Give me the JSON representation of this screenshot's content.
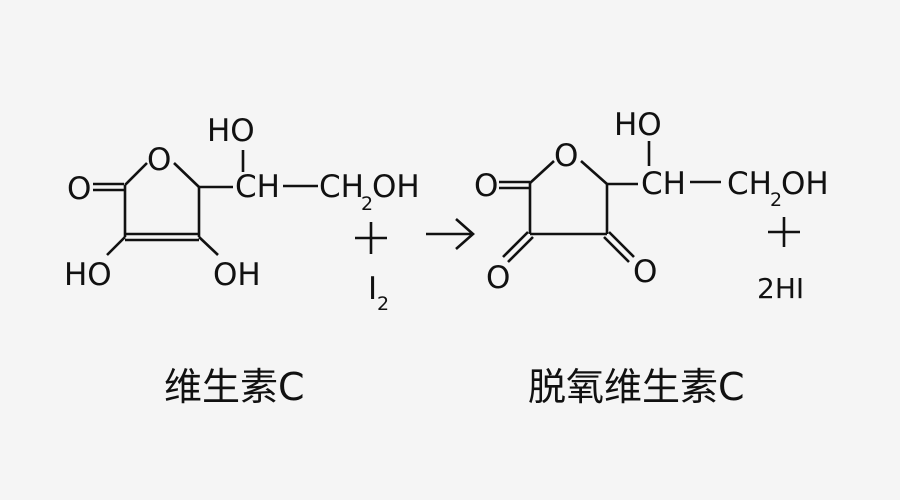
{
  "reaction": {
    "arrow": "→",
    "reactant": {
      "name": "维生素C",
      "atoms": {
        "ring_O": "O",
        "carbonyl_O": "O",
        "OH_left": "HO",
        "OH_right": "OH",
        "side_HO": "HO",
        "side_CH": "CH",
        "side_CH2OH_C": "CH",
        "side_CH2OH_sub": "2",
        "side_CH2OH_OH": "OH"
      }
    },
    "reagent": {
      "symbol": "I",
      "subscript": "2",
      "plus": "+"
    },
    "product": {
      "name": "脱氧维生素C",
      "atoms": {
        "ring_O": "O",
        "carbonyl_O": "O",
        "keto_O_left": "O",
        "keto_O_right": "O",
        "side_HO": "HO",
        "side_CH": "CH",
        "side_CH2OH_C": "CH",
        "side_CH2OH_sub": "2",
        "side_CH2OH_OH": "OH"
      }
    },
    "byproduct": {
      "formula": "2HI",
      "plus": "+"
    }
  },
  "colors": {
    "background": "#f5f5f5",
    "ink": "#111111"
  }
}
